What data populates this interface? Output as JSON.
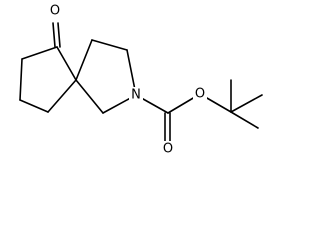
{
  "atoms": {
    "ketone_oxygen": "O",
    "ring_nitrogen": "N",
    "ester_ether_oxygen": "O",
    "ester_carbonyl_oxygen": "O"
  }
}
